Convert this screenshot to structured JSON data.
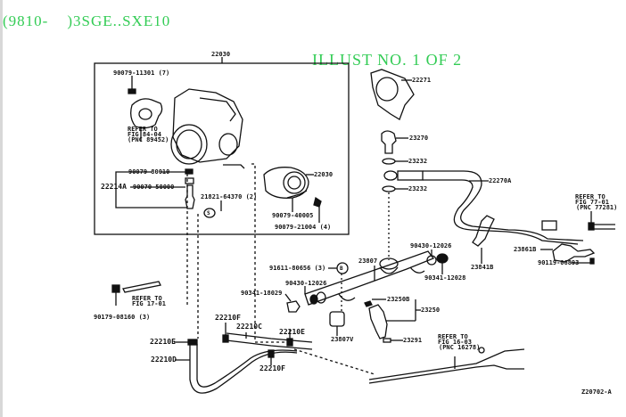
{
  "header": {
    "model_code": "(9810-    )3SGE..SXE10",
    "illust_no": "ILLUST NO. 1 OF 2",
    "header_color": "#33cc55"
  },
  "figure_id": "Z20702-A",
  "callouts": {
    "assy_22030": "22030",
    "bolt_90079": "90079-11301 (7)",
    "refer_throttle_sensor": [
      "REFER TO",
      "FIG 84-04",
      "(PNC 89452)"
    ],
    "p90079_80010": "90079-80010",
    "p22214A": "22214A",
    "p90070_50000": "90070-50000",
    "p21821": "21821-64370 (2)",
    "circle_s": "S",
    "p22030": "22030",
    "p90079_40005": "90079-40005",
    "p90079_21004": "90079-21004 (4)",
    "p22271": "22271",
    "p23270": "23270",
    "p23232_a": "23232",
    "p22270A": "22270A",
    "p23232_b": "23232",
    "refer_fuel_line": [
      "REFER TO",
      "FIG 77-01",
      "(PNC 77281)"
    ],
    "p23861B": "23861B",
    "p90119_06893": "90119-06893",
    "p90430_12026_r": "90430-12026",
    "p23841B": "23841B",
    "p90341_12028": "90341-12028",
    "p91611_80656": "91611-80656 (3)",
    "circle_b": "B",
    "p23807": "23807",
    "p90430_12026_l": "90430-12026",
    "p90341_18029": "90341-18029",
    "p23250B": "23250B",
    "p23250": "23250",
    "p23807V": "23807V",
    "p23291": "23291",
    "refer_stud": [
      "REFER TO",
      "FIG 17-01"
    ],
    "p90179_08160": "90179-08160 (3)",
    "p22210F_a": "22210F",
    "p22210C": "22210C",
    "p22210E_r": "22210E",
    "p22210E_l": "22210E",
    "p22210D": "22210D",
    "p22210F_b": "22210F",
    "refer_pipe": [
      "REFER TO",
      "FIG 16-03",
      "(PNC 16278)"
    ]
  }
}
